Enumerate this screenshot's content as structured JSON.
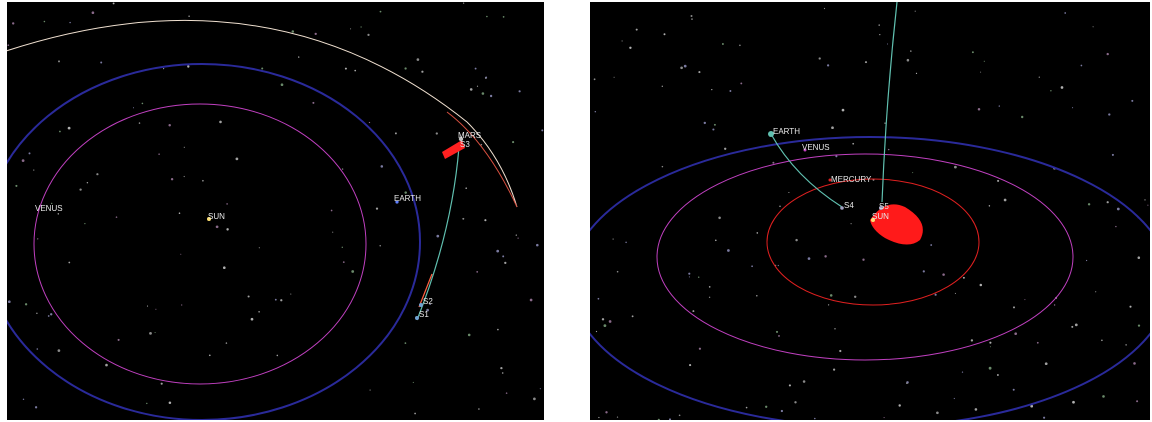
{
  "left_view": {
    "labels": {
      "mars": "MARS",
      "s3": "S3",
      "venus": "VENUS",
      "sun": "SUN",
      "earth": "EARTH",
      "s2": "S2",
      "s1": "S1"
    },
    "colors": {
      "mars_orbit": "#d85040",
      "mars_orbit_inner": "#f0e0d0",
      "earth_orbit": "#2a2a9a",
      "venus_orbit": "#c040c0",
      "trajectory": "#60c0b0",
      "burn": "#ff2020"
    }
  },
  "right_view": {
    "labels": {
      "earth": "EARTH",
      "venus": "VENUS",
      "mercury": "MERCURY",
      "s4": "S4",
      "s5": "S5",
      "sun": "SUN"
    },
    "colors": {
      "earth_orbit": "#2a2a9a",
      "venus_orbit": "#c040c0",
      "mercury_orbit": "#e02020",
      "trajectory": "#60c0b0",
      "burn": "#ff1a1a"
    }
  }
}
